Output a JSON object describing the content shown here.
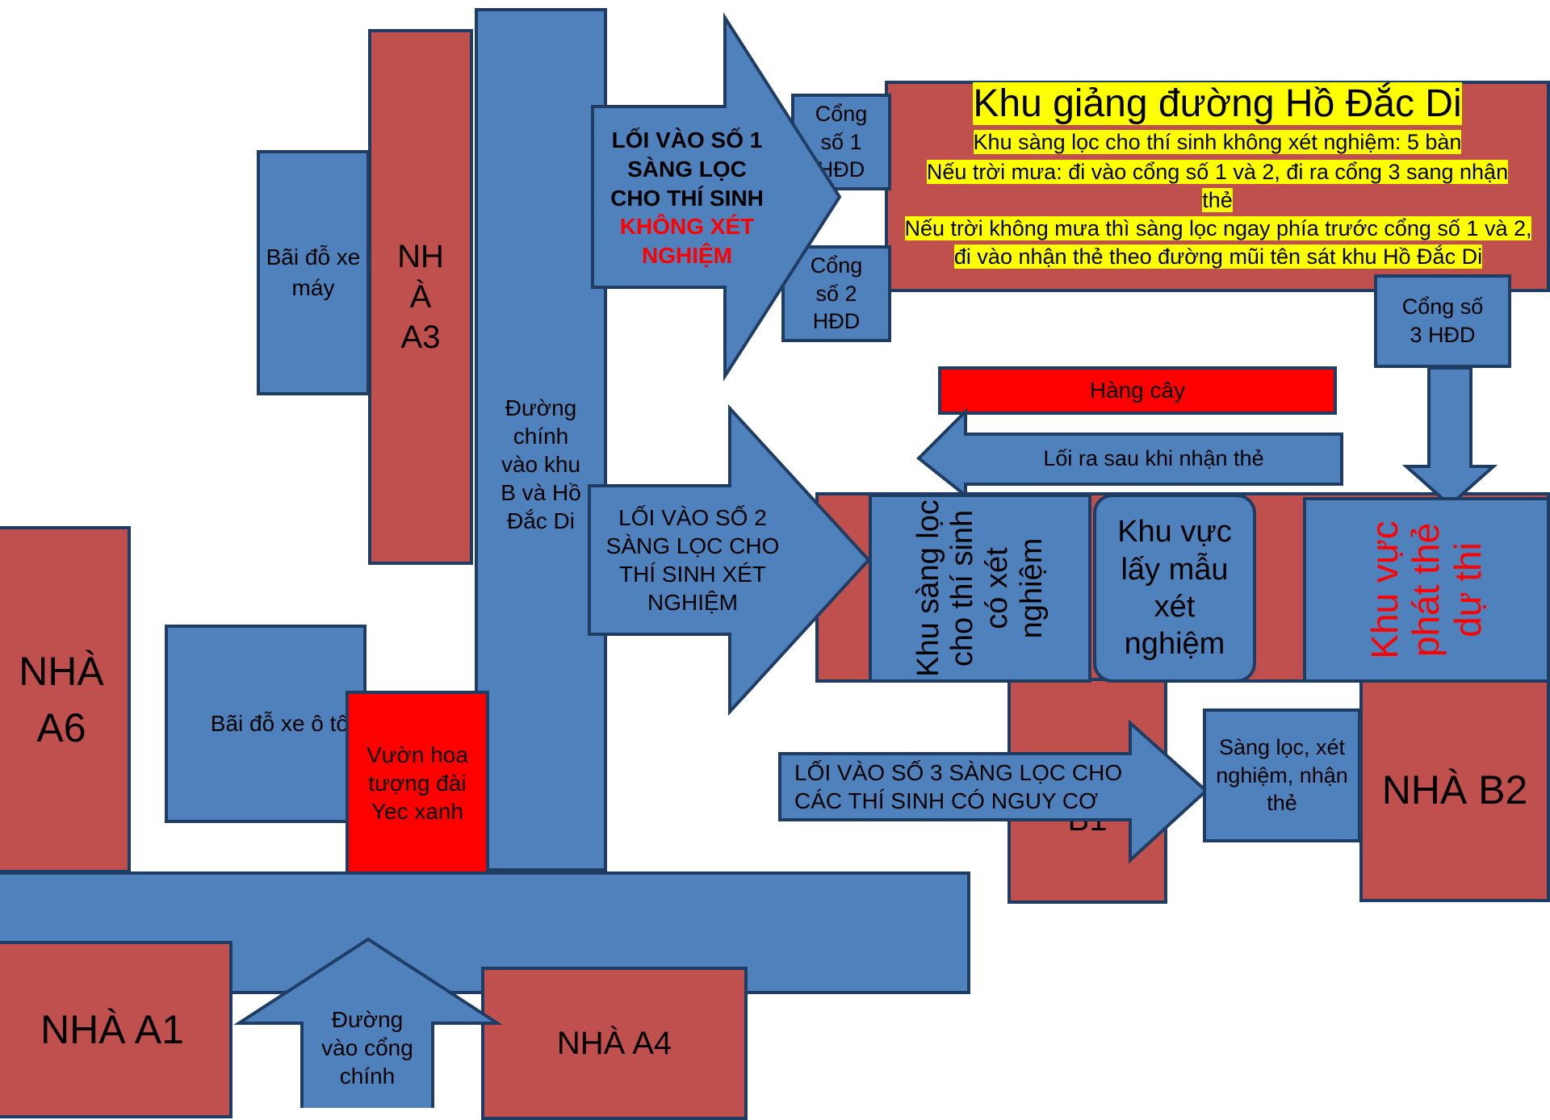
{
  "hdd": {
    "title": "Khu giảng đường Hồ  Đắc Di",
    "line1": "Khu sàng lọc cho thí sinh không xét nghiệm: 5 bàn",
    "line2": "Nếu trời mưa: đi vào cổng số  1 và 2, đi ra cổng 3 sang nhận thẻ",
    "line3": "Nếu trời không mưa thì sàng lọc ngay phía trước cổng số 1 và 2, đi vào nhận thẻ theo đường mũi tên sát khu Hồ Đắc Di"
  },
  "gates": {
    "gate1": "Cổng số 1 HĐD",
    "gate2": "Cổng số 2 HĐD",
    "gate3": "Cổng số 3 HĐD"
  },
  "buildings": {
    "a3": "NH À A3",
    "a6": "NHÀ A6",
    "a1": "NHÀ A1",
    "a4": "NHÀ A4",
    "b2": "NHÀ B2",
    "b1": "B1"
  },
  "areas": {
    "motorbike_parking": "Bãi đỗ xe máy",
    "car_parking": "Bãi đỗ xe ô tô",
    "garden": "Vườn hoa tượng đài Yec xanh",
    "main_road": "Đường chính vào khu B và Hồ Đắc Di",
    "tree_row": "Hàng cây",
    "exit_after_card": "Lối ra sau khi nhận thẻ",
    "screen_tested": "Khu sàng lọc cho thí sinh có xét nghiệm",
    "sample_area": "Khu vực lấy mẫu xét nghiệm",
    "card_area": "Khu vực phát thẻ dự thi",
    "screen_risk": "Sàng lọc, xét nghiệm, nhận thẻ",
    "main_gate_road": "Đường vào cổng chính"
  },
  "entrances": {
    "entry1_a": "LỐI VÀO SỐ 1 SÀNG LỌC CHO THÍ SINH ",
    "entry1_b": "KHÔNG XÉT NGHIỆM",
    "entry2": "LỐI VÀO SỐ 2 SÀNG LỌC CHO THÍ SINH XÉT NGHIỆM",
    "entry3": "LỐI VÀO SỐ 3 SÀNG LỌC CHO CÁC THÍ SINH CÓ NGUY CƠ"
  },
  "colors": {
    "blue": "#4f81bd",
    "brick_red": "#c0504d",
    "bright_red": "#ff0000",
    "highlight": "#ffff00",
    "outline": "#1f3d63"
  }
}
